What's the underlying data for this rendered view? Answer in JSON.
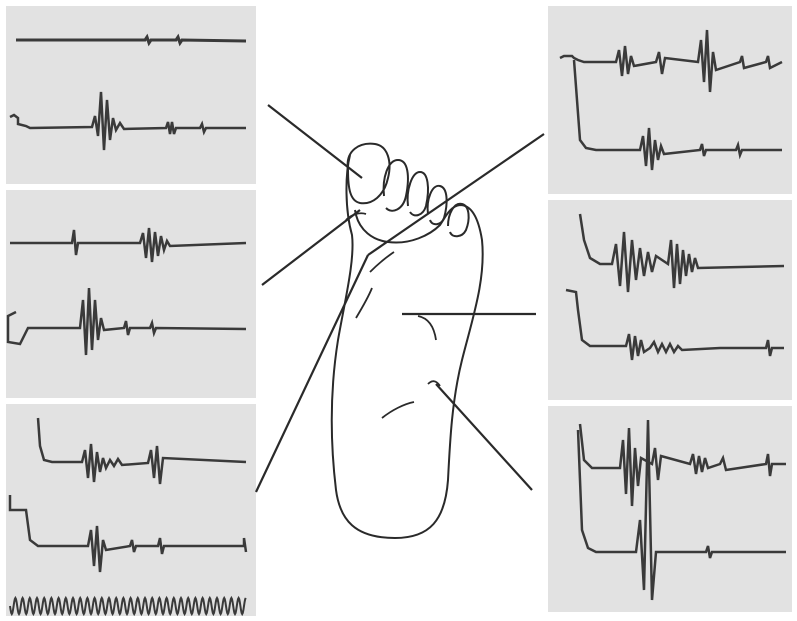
{
  "figure": {
    "background": "#ffffff",
    "panel_color": "#e2e2e2",
    "ink_color": "#3a3a3a",
    "line_color": "#2a2a2a"
  },
  "left_column": {
    "panels": [
      {
        "name": "left-panel-1",
        "traces": [
          "trace-1a",
          "trace-1b"
        ]
      },
      {
        "name": "left-panel-2",
        "traces": [
          "trace-2a",
          "trace-2b"
        ]
      },
      {
        "name": "left-panel-3",
        "traces": [
          "trace-3a",
          "trace-3b"
        ]
      }
    ],
    "time_marker": "sine-wave-time-calibration"
  },
  "right_column": {
    "panels": [
      {
        "name": "right-panel-1",
        "traces": [
          "trace-4a",
          "trace-4b"
        ]
      },
      {
        "name": "right-panel-2",
        "traces": [
          "trace-5a",
          "trace-5b"
        ]
      },
      {
        "name": "right-panel-3",
        "traces": [
          "trace-6a",
          "trace-6b"
        ]
      }
    ]
  },
  "center": {
    "drawing": "foot-sole-outline",
    "leader_lines": 6
  }
}
